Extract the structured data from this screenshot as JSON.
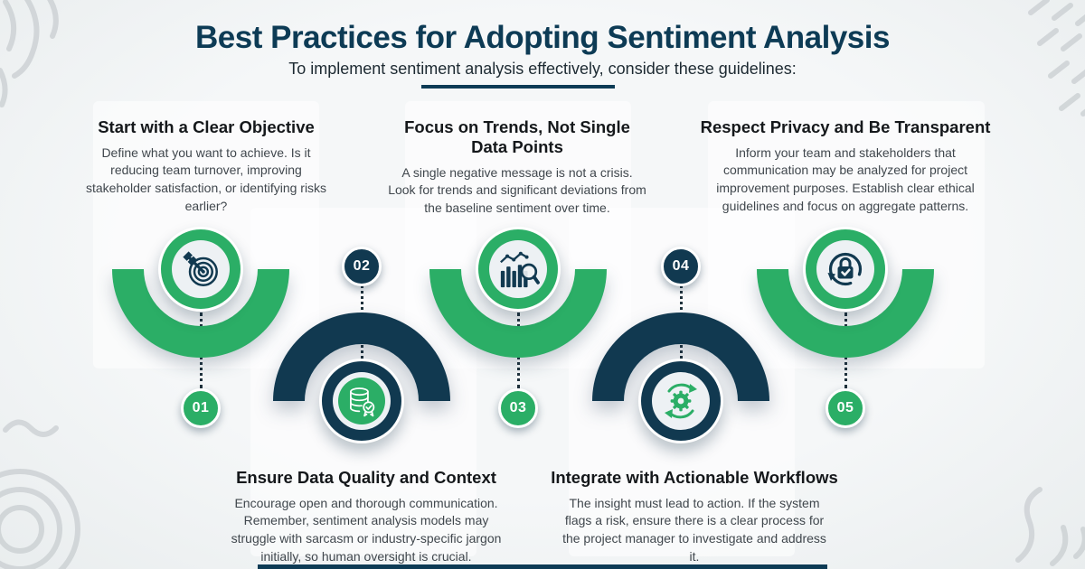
{
  "header": {
    "title": "Best Practices for Adopting Sentiment Analysis",
    "subtitle": "To implement sentiment analysis effectively, consider these guidelines:"
  },
  "colors": {
    "green": "#2BAE66",
    "navy": "#113950",
    "title_navy": "#0D3B55",
    "heading_text": "#15181B",
    "body_text": "#40474D",
    "background": "#EFF2F3"
  },
  "steps": [
    {
      "number": "01",
      "title": "Start with a Clear Objective",
      "description": "Define what you want to achieve. Is it reducing team turnover, improving stakeholder satisfaction, or identifying risks earlier?",
      "icon": "target-dart-icon",
      "accent": "green",
      "position": "top"
    },
    {
      "number": "02",
      "title": "Ensure Data Quality and Context",
      "description": "Encourage open and thorough communication. Remember, sentiment analysis models may struggle with sarcasm or industry-specific jargon initially, so human oversight is crucial.",
      "icon": "database-quality-icon",
      "accent": "navy",
      "position": "bottom"
    },
    {
      "number": "03",
      "title": "Focus on Trends, Not Single Data Points",
      "description": "A single negative message is not a crisis. Look for trends and significant deviations from the baseline sentiment over time.",
      "icon": "trend-chart-magnifier-icon",
      "accent": "green",
      "position": "top"
    },
    {
      "number": "04",
      "title": "Integrate with Actionable Workflows",
      "description": "The insight must lead to action. If the system flags a risk, ensure there is a clear process for the project manager to investigate and address it.",
      "icon": "workflow-gear-cycle-icon",
      "accent": "navy",
      "position": "bottom"
    },
    {
      "number": "05",
      "title": "Respect Privacy and Be Transparent",
      "description": "Inform your team and stakeholders that communication may be analyzed for project improvement purposes. Establish clear ethical guidelines and focus on aggregate patterns.",
      "icon": "privacy-lock-cycle-icon",
      "accent": "green",
      "position": "top"
    }
  ]
}
